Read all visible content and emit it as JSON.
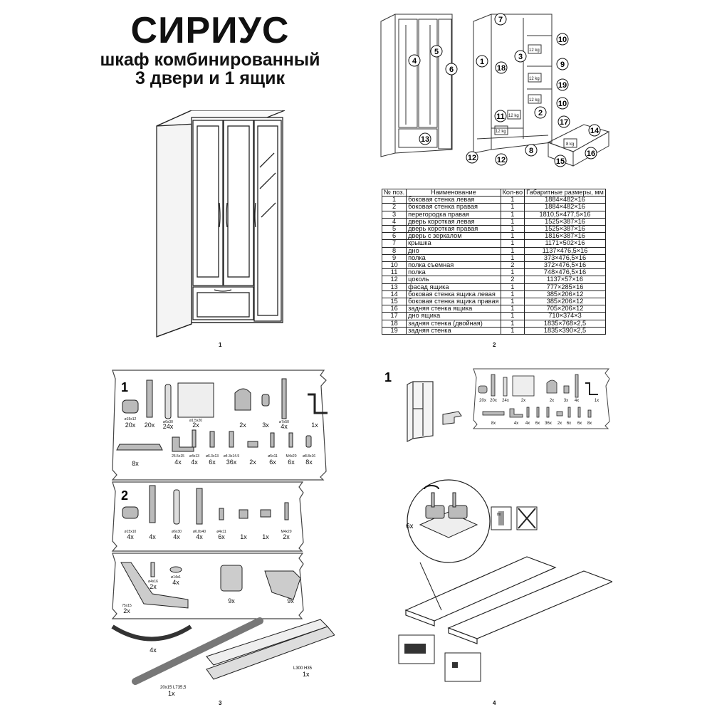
{
  "title": {
    "line1": "СИРИУС",
    "line2": "шкаф комбинированный",
    "line3": "3 двери и 1 ящик"
  },
  "page_numbers": [
    "1",
    "2",
    "3",
    "4"
  ],
  "diagram_labels": [
    "7",
    "10",
    "4",
    "5",
    "6",
    "1",
    "18",
    "3",
    "9",
    "19",
    "10",
    "2",
    "11",
    "17",
    "14",
    "13",
    "12",
    "12",
    "8",
    "16",
    "15"
  ],
  "weight_labels": [
    "12 kg",
    "12 kg",
    "12 kg",
    "12 kg",
    "12 kg",
    "8 kg"
  ],
  "parts_table": {
    "headers": [
      "№ поз.",
      "Наименование",
      "Кол-во",
      "Габаритные размеры, мм"
    ],
    "rows": [
      [
        "1",
        "боковая стенка левая",
        "1",
        "1884×482×16"
      ],
      [
        "2",
        "боковая стенка правая",
        "1",
        "1884×482×16"
      ],
      [
        "3",
        "перегородка правая",
        "1",
        "1810,5×477,5×16"
      ],
      [
        "4",
        "дверь короткая левая",
        "1",
        "1525×387×16"
      ],
      [
        "5",
        "дверь короткая правая",
        "1",
        "1525×387×16"
      ],
      [
        "6",
        "дверь с зеркалом",
        "1",
        "1816×387×16"
      ],
      [
        "7",
        "крышка",
        "1",
        "1171×502×16"
      ],
      [
        "8",
        "дно",
        "1",
        "1137×476,5×16"
      ],
      [
        "9",
        "полка",
        "1",
        "373×476,5×16"
      ],
      [
        "10",
        "полка съемная",
        "2",
        "372×476,5×16"
      ],
      [
        "11",
        "полка",
        "1",
        "748×476,5×16"
      ],
      [
        "12",
        "цоколь",
        "2",
        "1137×57×16"
      ],
      [
        "13",
        "фасад ящика",
        "1",
        "777×285×16"
      ],
      [
        "14",
        "боковая стенка ящика левая",
        "1",
        "385×206×12"
      ],
      [
        "15",
        "боковая стенка ящика правая",
        "1",
        "385×206×12"
      ],
      [
        "16",
        "задняя стенка ящика",
        "1",
        "705×206×12"
      ],
      [
        "17",
        "дно ящика",
        "1",
        "710×374×3"
      ],
      [
        "18",
        "задняя стенка (двойная)",
        "1",
        "1835×768×2,5"
      ],
      [
        "19",
        "задняя стенка",
        "1",
        "1835×390×2,5"
      ]
    ]
  },
  "hardware_1": {
    "step": "1",
    "items": [
      {
        "size": "ø15x12",
        "qty": "20x"
      },
      {
        "size": "",
        "qty": "20x"
      },
      {
        "size": "ø6x30",
        "qty": "24x"
      },
      {
        "size": "ø1.5x20",
        "qty": "2x"
      },
      {
        "size": "",
        "qty": "2x"
      },
      {
        "size": "",
        "qty": "3x"
      },
      {
        "size": "ø7x50",
        "qty": "4x"
      },
      {
        "size": "",
        "qty": "1x"
      },
      {
        "size": "",
        "qty": "8x"
      },
      {
        "size": "25.5x15",
        "qty": "4x"
      },
      {
        "size": "ø4x13",
        "qty": "4x"
      },
      {
        "size": "ø6.3x13",
        "qty": "6x"
      },
      {
        "size": "ø4.3x14.5",
        "qty": "36x"
      },
      {
        "size": "",
        "qty": "2x"
      },
      {
        "size": "ø5x11",
        "qty": "6x"
      },
      {
        "size": "M4x20",
        "qty": "6x"
      },
      {
        "size": "ø8.8x16",
        "qty": "8x"
      }
    ]
  },
  "hardware_2": {
    "step": "2",
    "items": [
      {
        "size": "ø15x10",
        "qty": "4x"
      },
      {
        "size": "",
        "qty": "4x"
      },
      {
        "size": "ø6x30",
        "qty": "4x"
      },
      {
        "size": "ø6.8x40",
        "qty": "4x"
      },
      {
        "size": "ø4x11",
        "qty": "6x"
      },
      {
        "size": "",
        "qty": "1x"
      },
      {
        "size": "",
        "qty": "1x"
      },
      {
        "size": "M4x20",
        "qty": "2x"
      }
    ]
  },
  "hardware_3": {
    "items": [
      {
        "size": "75x15",
        "qty": "2x"
      },
      {
        "size": "ø4x16",
        "qty": "2x"
      },
      {
        "size": "ø14x1",
        "qty": "4x"
      },
      {
        "size": "",
        "qty": "9x"
      },
      {
        "size": "",
        "qty": "9x"
      },
      {
        "size": "",
        "qty": "4x"
      },
      {
        "size": "20x15  L735,5",
        "qty": "1x"
      },
      {
        "size": "L300  H35",
        "qty": "1x"
      }
    ]
  },
  "step4": {
    "step": "1",
    "mini_items": [
      {
        "qty": "20x"
      },
      {
        "qty": "20x"
      },
      {
        "qty": "24x"
      },
      {
        "qty": "2x"
      },
      {
        "qty": "2x"
      },
      {
        "qty": "3x"
      },
      {
        "qty": "4x"
      },
      {
        "qty": "1x"
      },
      {
        "qty": "8x"
      },
      {
        "qty": "4x"
      },
      {
        "qty": "4x"
      },
      {
        "qty": "6x"
      },
      {
        "qty": "36x"
      },
      {
        "qty": "2x"
      },
      {
        "qty": "6x"
      },
      {
        "qty": "6x"
      },
      {
        "qty": "8x"
      }
    ],
    "screw_count": "6x",
    "icon_label": "8x"
  }
}
